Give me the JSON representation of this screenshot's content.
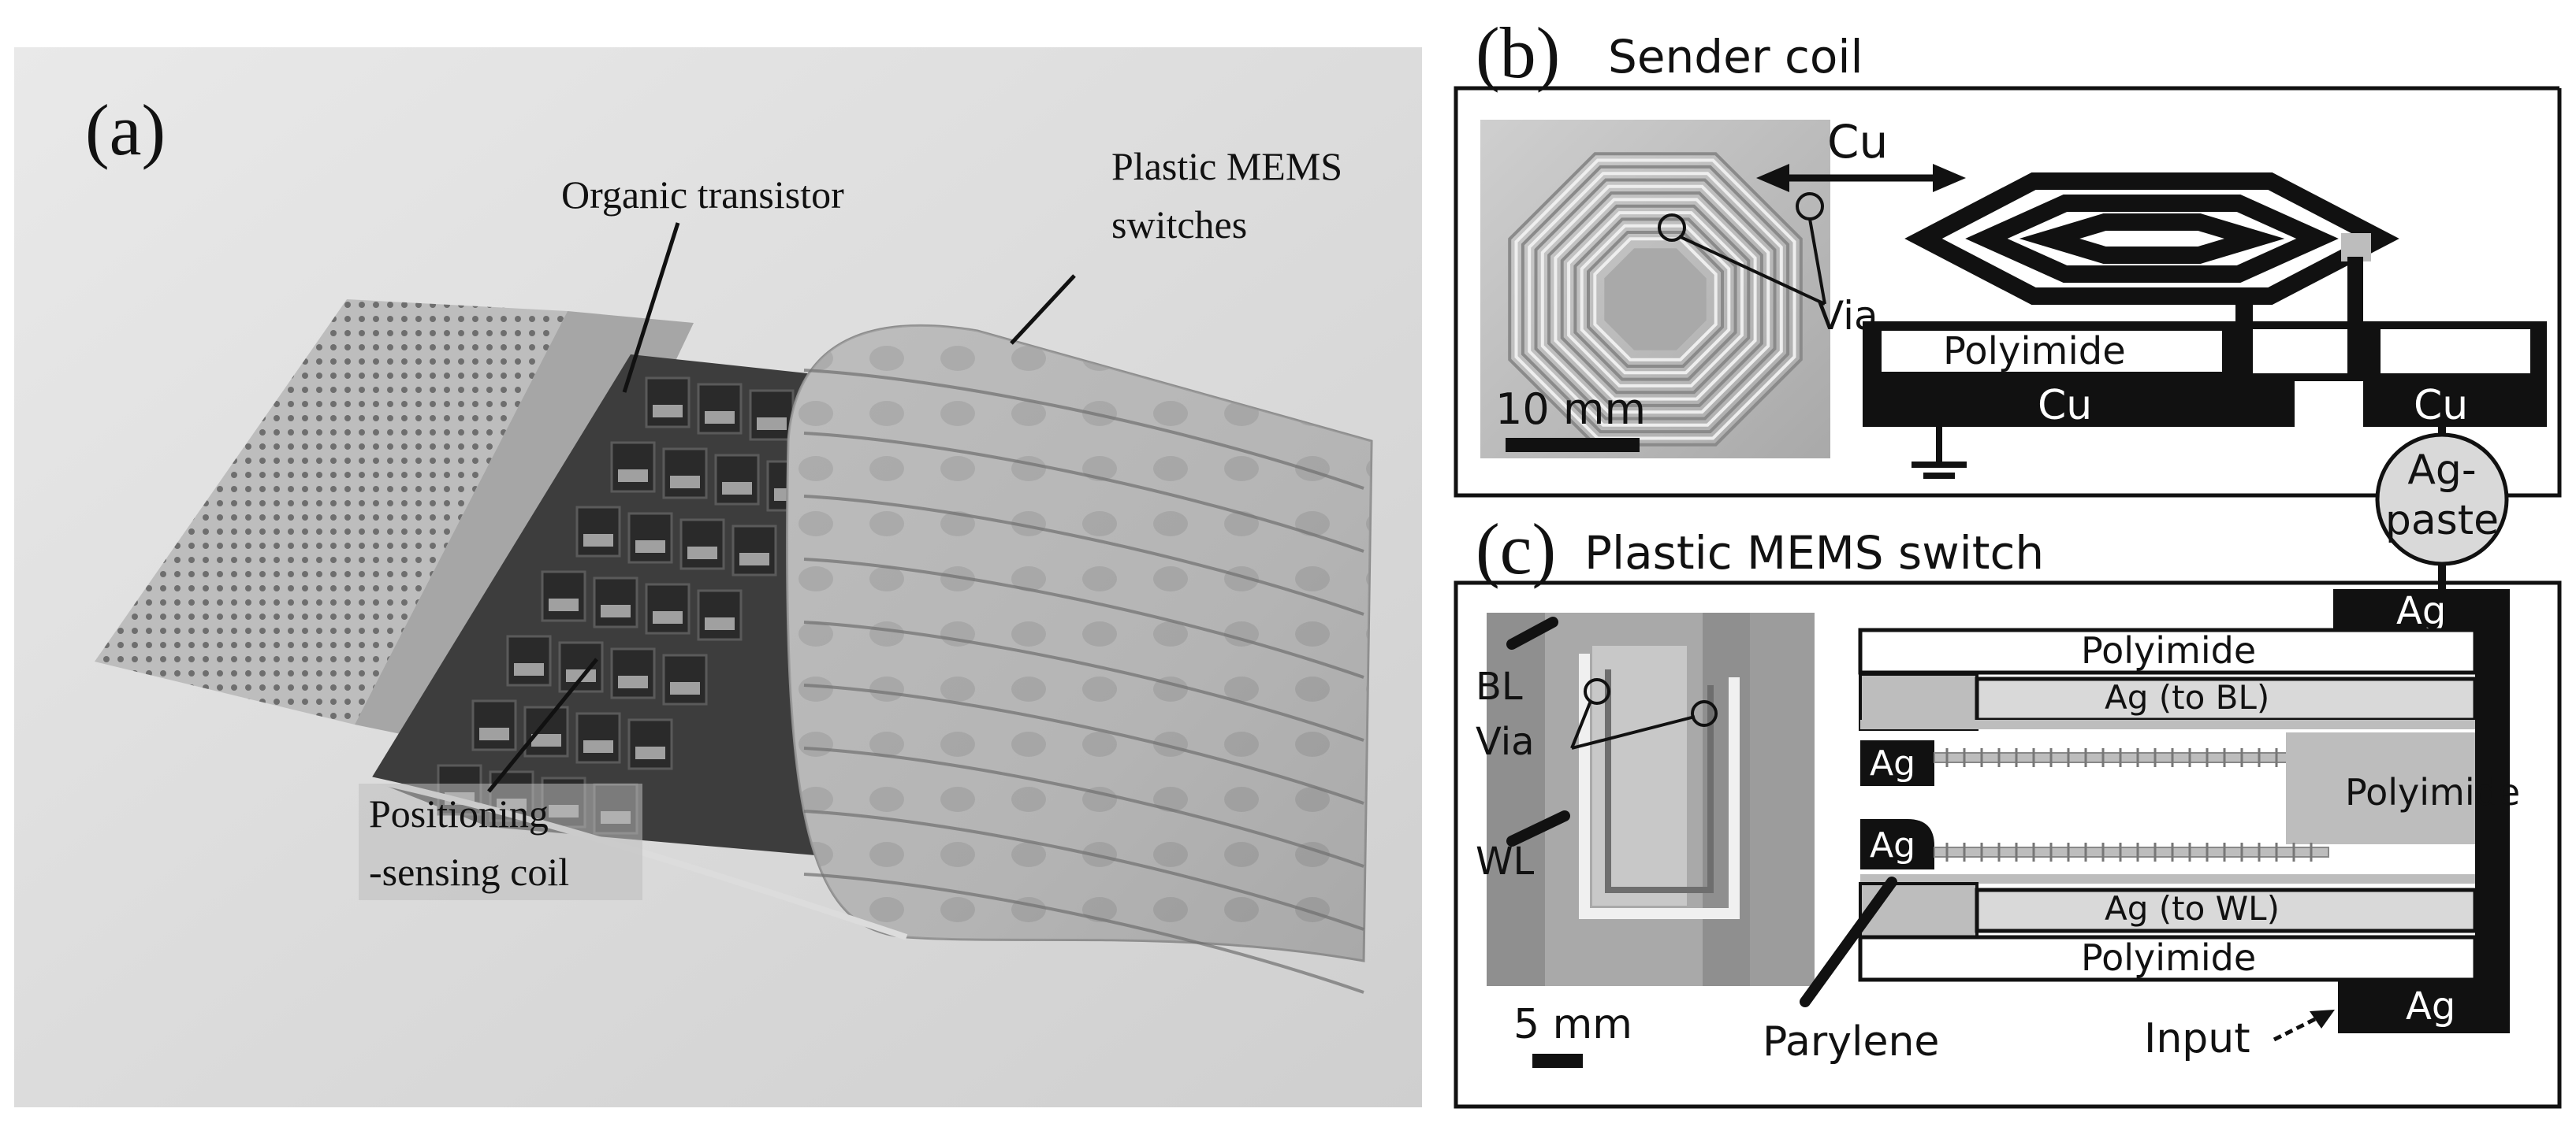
{
  "panel_a": {
    "label": "(a)",
    "callouts": {
      "organic_transistor": "Organic transistor",
      "mems_line1": "Plastic MEMS",
      "mems_line2": "switches",
      "coil_line1": "Positioning",
      "coil_line2": "-sensing coil"
    }
  },
  "panel_b": {
    "label": "(b)",
    "title": "Sender coil",
    "cu_top": "Cu",
    "via": "Via",
    "scale": "10 mm",
    "polyimide": "Polyimide",
    "cu_left": "Cu",
    "cu_right": "Cu"
  },
  "ag_paste": {
    "line1": "Ag-",
    "line2": "paste"
  },
  "panel_c": {
    "label": "(c)",
    "title": "Plastic MEMS switch",
    "bl": "BL",
    "via": "Via",
    "wl": "WL",
    "scale": "5 mm",
    "polyimide_top": "Polyimide",
    "ag_to_bl": "Ag (to BL)",
    "ag_left_upper": "Ag",
    "ag_left_lower": "Ag",
    "polyimide_right": "Polyimide",
    "ag_to_wl": "Ag (to WL)",
    "polyimide_bottom": "Polyimide",
    "ag_top_right": "Ag",
    "ag_bottom_right": "Ag",
    "parylene": "Parylene",
    "input": "Input"
  },
  "colors": {
    "black": "#111111",
    "gray": "#bdbdbd",
    "photo_bg": "#d9d9d9"
  }
}
